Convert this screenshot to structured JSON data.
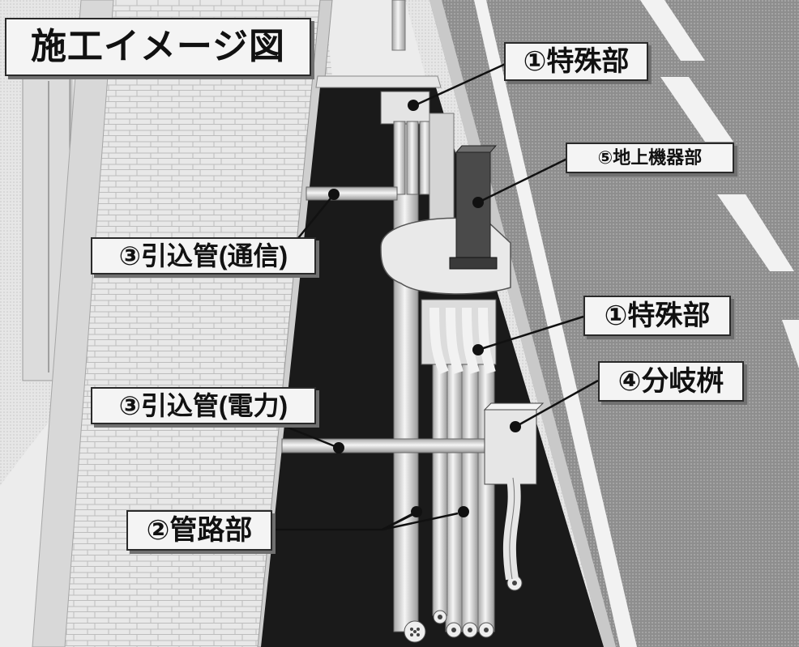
{
  "title": "施工イメージ図",
  "callouts": {
    "tokushu_top": "①特殊部",
    "chijo_kiki": "⑤地上機器部",
    "hikikomi_tsushin": "③引込管(通信)",
    "tokushu_mid": "①特殊部",
    "bunki": "④分岐桝",
    "hikikomi_denryoku": "③引込管(電力)",
    "kanro": "②管路部"
  },
  "colors": {
    "road": "#9a9a9a",
    "trench": "#1c1c1c",
    "sidewalk": "#dedede",
    "pipe": "#e2e2e2",
    "label_bg": "#f4f4f4"
  }
}
